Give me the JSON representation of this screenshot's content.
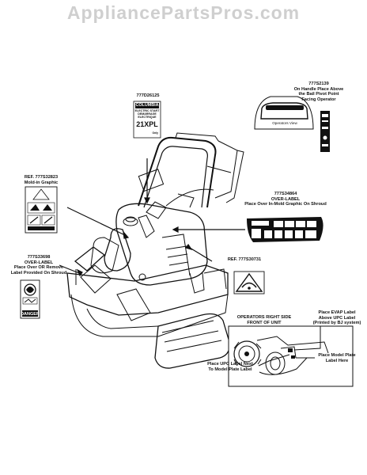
{
  "watermark": "AppliancePartsPros.com",
  "decals": {
    "columbia": {
      "part": "777D26125",
      "brand": "COLUMBIA",
      "start_line1": "ELECTRIC START",
      "start_line2": "DEMARRAGE",
      "start_line3": "ELECTRIQUE",
      "model": "21XPL",
      "tag": "Only"
    },
    "handle": {
      "part": "777S2139",
      "line1": "On Handle Place Above",
      "line2": "the Bail Pivot Point",
      "line3": "Facing Operator",
      "view": "Operators View"
    },
    "mold_in": {
      "ref": "REF. 777S32823",
      "title": "Mold-in Graphic"
    },
    "over_label_shroud": {
      "part": "777S34864",
      "line1": "OVER-LABEL",
      "line2": "Place Over In-Mold Graphic On Shroud"
    },
    "ref_731": {
      "ref": "REF. 777S30731"
    },
    "danger_label": {
      "part": "777S33698",
      "line1": "OVER-LABEL",
      "line2": "Place Over OR Remove",
      "line3": "Label Provided On Shroud",
      "danger_text": "DANGER"
    },
    "right_side": {
      "line1": "OPERATORS RIGHT SIDE",
      "line2": "FRONT OF UNIT"
    },
    "evap": {
      "line1": "Place EVAP Label",
      "line2": "Above UPC Label",
      "line3": "(Printed by BJ system)"
    },
    "upc": {
      "line1": "Place UPC Label Next",
      "line2": "To Model Plate Label"
    },
    "model_plate": {
      "line1": "Place Model Plate",
      "line2": "Label Here"
    }
  }
}
